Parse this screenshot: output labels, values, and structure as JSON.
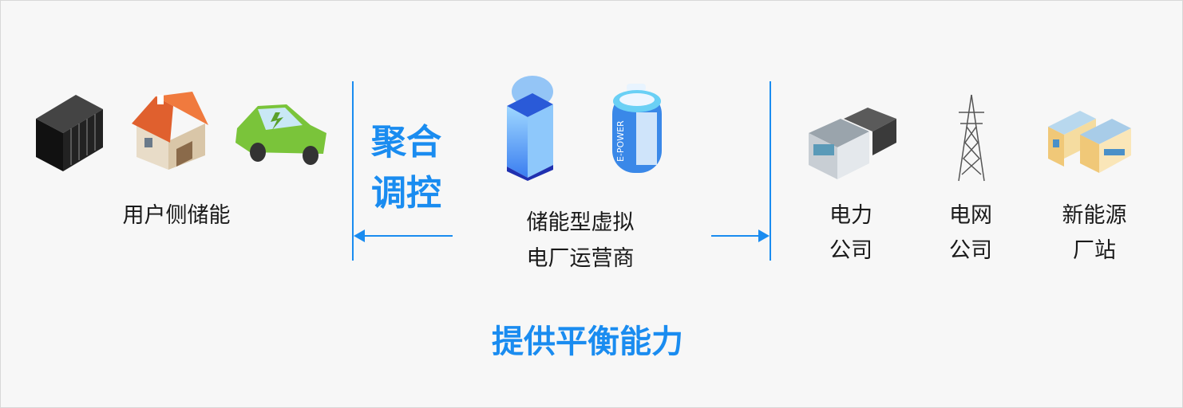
{
  "left_group": {
    "label": "用户侧储能",
    "icons": [
      "server-rack-icon",
      "house-icon",
      "electric-car-icon"
    ]
  },
  "aggregation": {
    "line1": "聚合",
    "line2": "调控"
  },
  "center": {
    "line1": "储能型虚拟",
    "line2": "电厂运营商",
    "battery_text": "E-POWER"
  },
  "right_items": [
    {
      "line1": "电力",
      "line2": "公司",
      "icon": "power-company-building-icon"
    },
    {
      "line1": "电网",
      "line2": "公司",
      "icon": "transmission-tower-icon"
    },
    {
      "line1": "新能源",
      "line2": "厂站",
      "icon": "power-station-icon"
    }
  ],
  "bottom": {
    "label": "提供平衡能力"
  },
  "colors": {
    "accent": "#1a8cf0",
    "background": "#f7f7f7",
    "text": "#1a1a1a"
  }
}
